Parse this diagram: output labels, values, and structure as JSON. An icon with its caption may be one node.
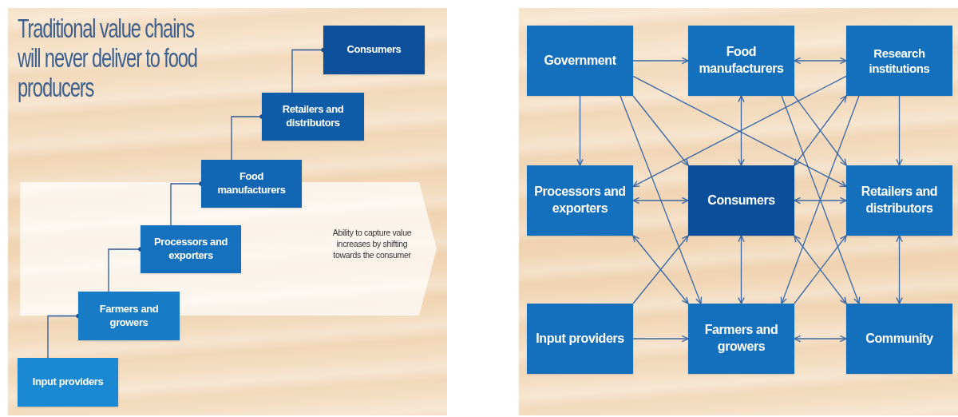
{
  "diagram": {
    "title": "Traditional value chains will never deliver to food producers",
    "nodes": [
      {
        "text": [
          "Input providers"
        ]
      },
      {
        "text": [
          "Farmers and growers"
        ]
      },
      {
        "text": [
          "Processors and exporters"
        ]
      },
      {
        "text": [
          "Food manufacturers"
        ]
      },
      {
        "text": [
          "Retailers and distributors"
        ]
      },
      {
        "text": [
          "Consumers"
        ]
      },
      {
        "text": [
          "Government"
        ]
      },
      {
        "text": [
          "Food manufacturers"
        ]
      },
      {
        "text": [
          "Research institutions"
        ]
      },
      {
        "text": [
          "Processors and exporters"
        ]
      },
      {
        "text": [
          "Consumers"
        ]
      },
      {
        "text": [
          "Retailers and distributors"
        ]
      },
      {
        "text": [
          "Input providers"
        ]
      },
      {
        "text": [
          "Farmers and growers"
        ]
      },
      {
        "text": [
          "Community"
        ]
      }
    ],
    "edges": [
      {
        "from": 0,
        "to": 1,
        "arrow": "other"
      },
      {
        "from": 1,
        "to": 2,
        "arrow": "other"
      },
      {
        "from": 2,
        "to": 3,
        "arrow": "other"
      },
      {
        "from": 3,
        "to": 4,
        "arrow": "other"
      },
      {
        "from": 4,
        "to": 5,
        "arrow": "other"
      },
      {
        "from": 6,
        "to": 7,
        "arrow": "to"
      },
      {
        "from": 7,
        "to": 8,
        "arrow": "both"
      },
      {
        "from": 6,
        "to": 9,
        "arrow": "to"
      },
      {
        "from": 8,
        "to": 11,
        "arrow": "to"
      },
      {
        "from": 7,
        "to": 10,
        "arrow": "both"
      },
      {
        "from": 9,
        "to": 10,
        "arrow": "both"
      },
      {
        "from": 10,
        "to": 11,
        "arrow": "both"
      },
      {
        "from": 10,
        "to": 13,
        "arrow": "both"
      },
      {
        "from": 11,
        "to": 14,
        "arrow": "both"
      },
      {
        "from": 12,
        "to": 13,
        "arrow": "to"
      },
      {
        "from": 13,
        "to": 14,
        "arrow": "both"
      },
      {
        "from": 6,
        "to": 11,
        "arrow": "to"
      },
      {
        "from": 8,
        "to": 9,
        "arrow": "to"
      },
      {
        "from": 6,
        "to": 10,
        "arrow": "to"
      },
      {
        "from": 6,
        "to": 13,
        "arrow": "to"
      },
      {
        "from": 7,
        "to": 11,
        "arrow": "to"
      },
      {
        "from": 7,
        "to": 14,
        "arrow": "to"
      },
      {
        "from": 10,
        "to": 8,
        "arrow": "both"
      },
      {
        "from": 8,
        "to": 13,
        "arrow": "to"
      },
      {
        "from": 13,
        "to": 11,
        "arrow": "to"
      },
      {
        "from": 10,
        "to": 14,
        "arrow": "both"
      },
      {
        "from": 12,
        "to": 10,
        "arrow": "to"
      },
      {
        "from": 9,
        "to": 13,
        "arrow": "both"
      }
    ],
    "labels": [
      "Ability to capture value increases by shifting towards the consumer"
    ]
  }
}
